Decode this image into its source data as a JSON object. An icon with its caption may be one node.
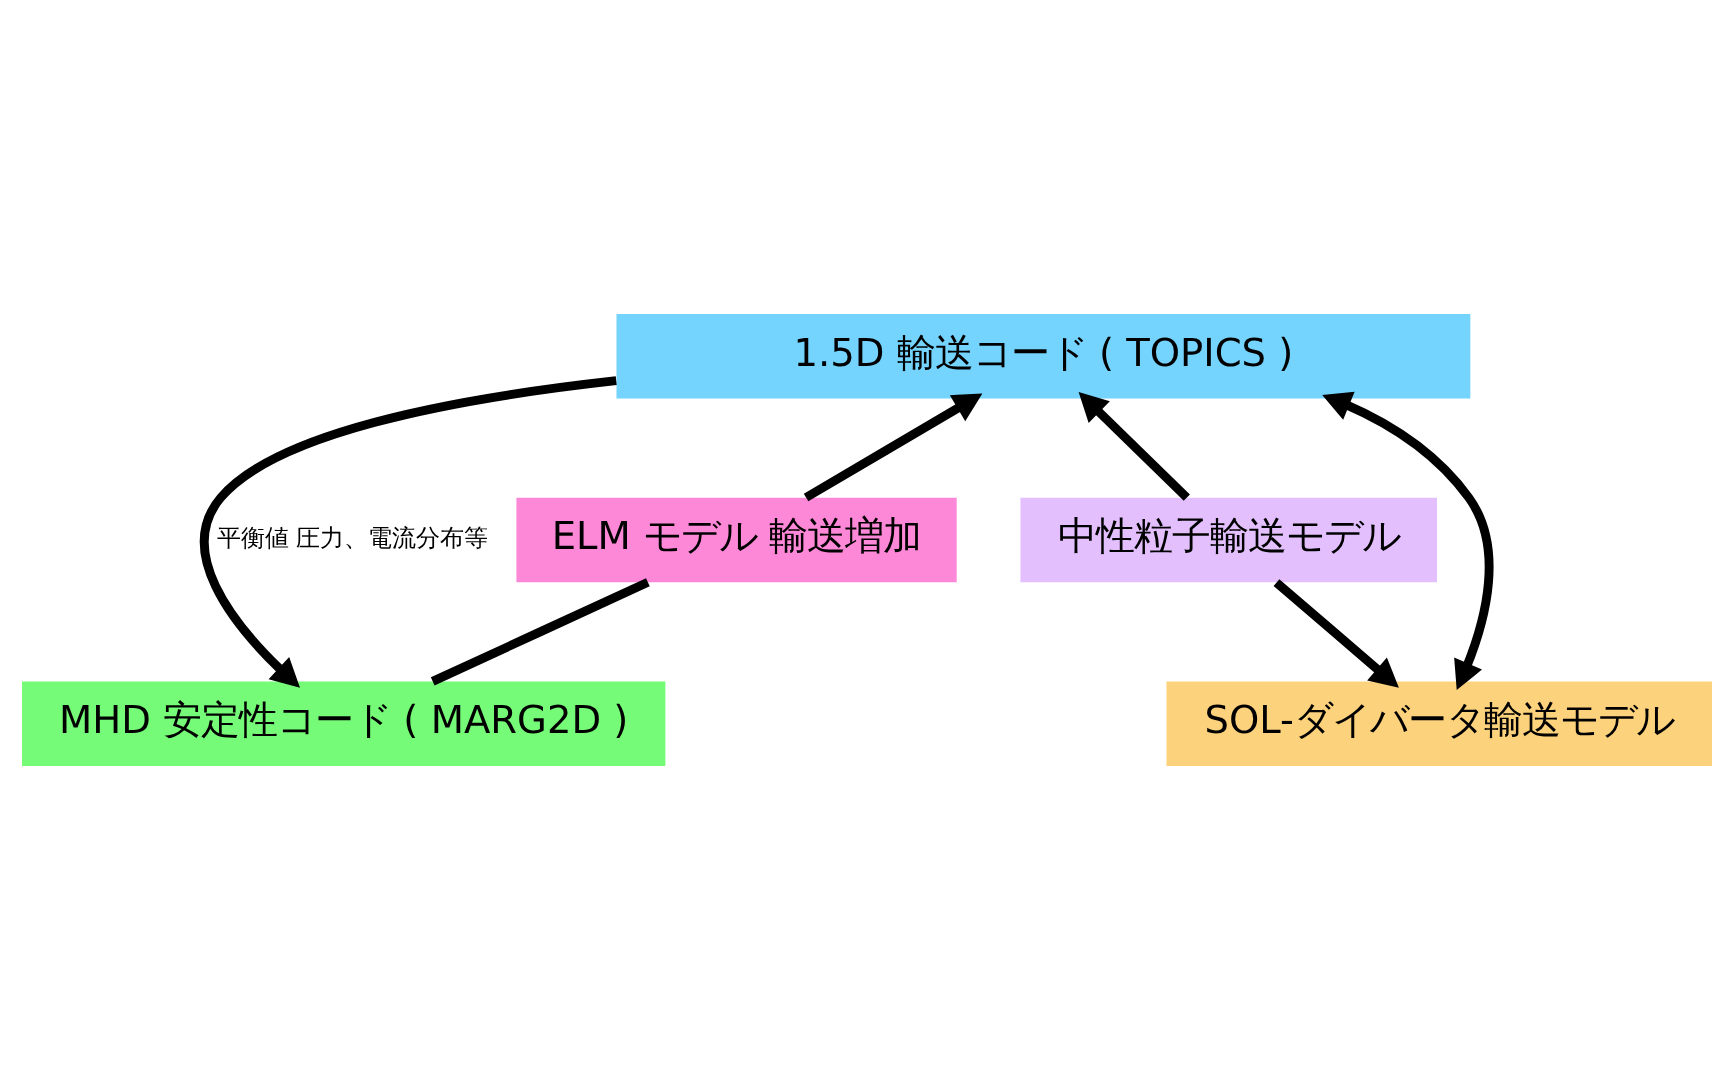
{
  "diagram": {
    "nodes": [
      {
        "text": [
          "1.5D 輸送コード ( TOPICS )"
        ]
      },
      {
        "text": [
          "ELM モデル 輸送増加"
        ]
      },
      {
        "text": [
          "中性粒子輸送モデル"
        ]
      },
      {
        "text": [
          "MHD 安定性コード ( MARG2D )"
        ]
      },
      {
        "text": [
          "SOL-ダイバータ輸送モデル"
        ]
      }
    ],
    "edges": [
      {
        "from": 0,
        "to": 3,
        "arrow": "to",
        "label": "平衡値 圧力、電流分布等"
      },
      {
        "from": 3,
        "to": 1,
        "arrow": "none"
      },
      {
        "from": 1,
        "to": 0,
        "arrow": "to"
      },
      {
        "from": 4,
        "to": 0,
        "arrow": "both"
      },
      {
        "from": 2,
        "to": 0,
        "arrow": "to"
      },
      {
        "from": 2,
        "to": 4,
        "arrow": "to"
      }
    ]
  }
}
